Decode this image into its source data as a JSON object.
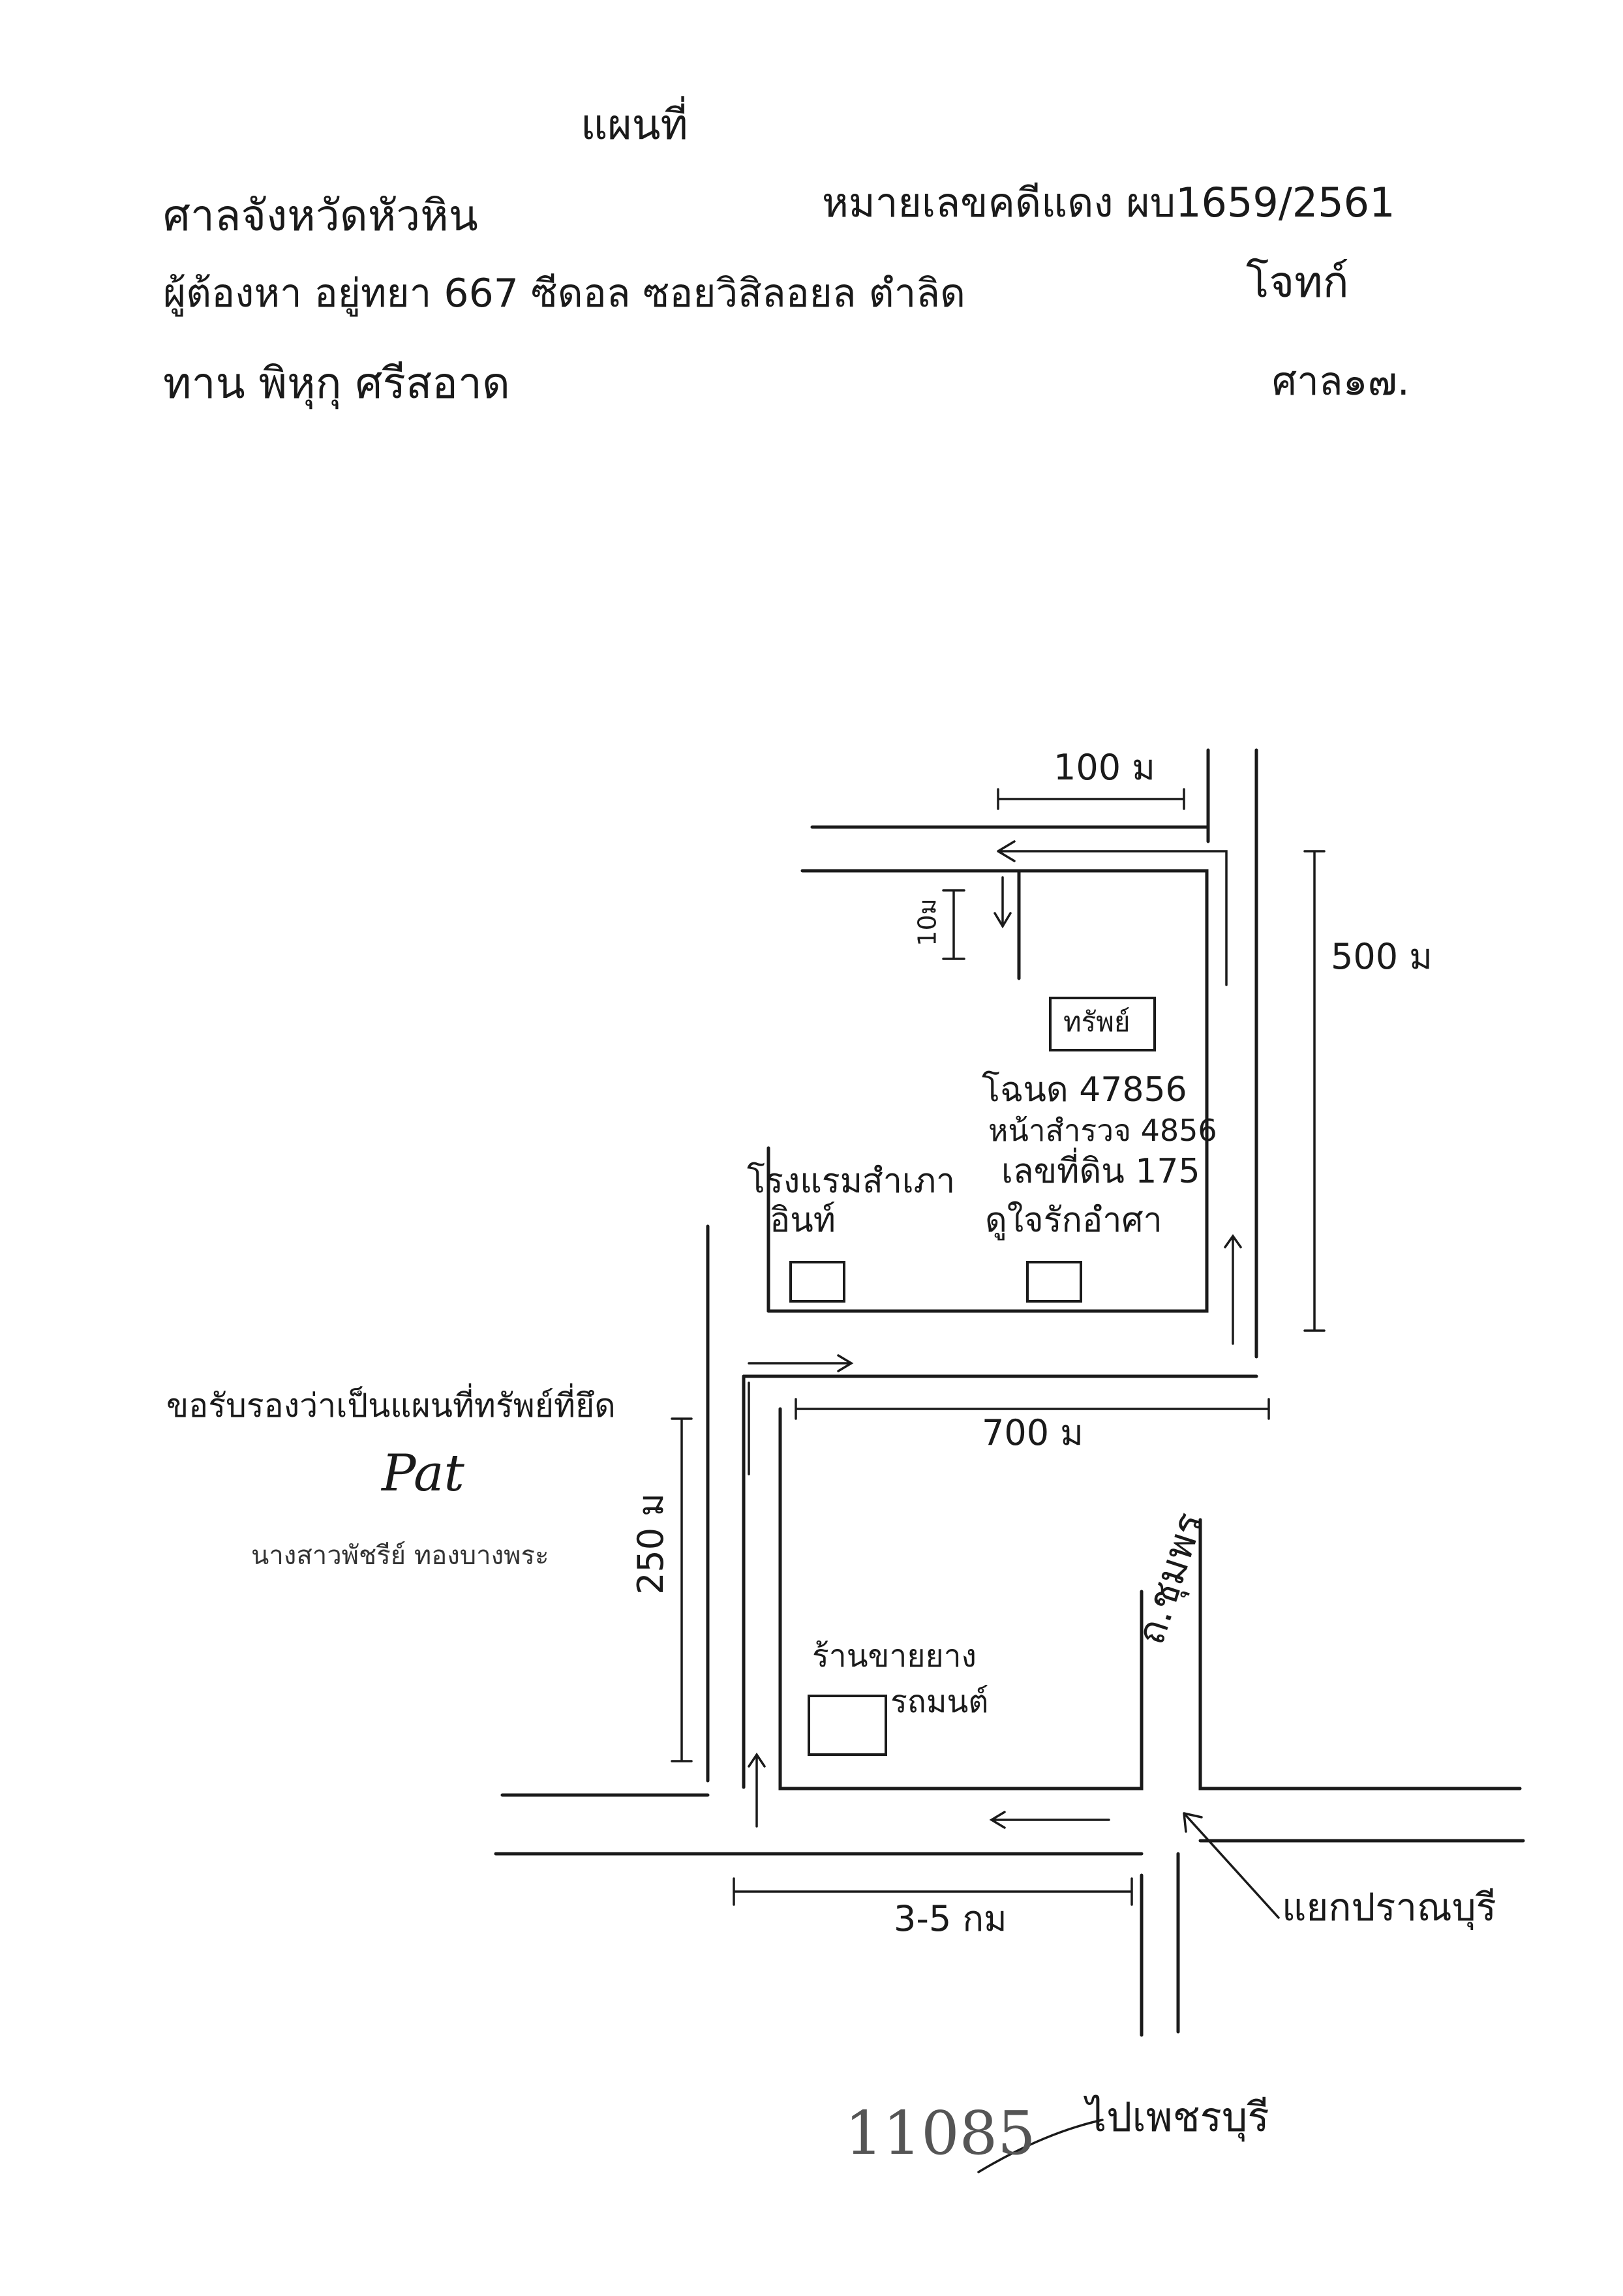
{
  "header": {
    "title": "แผนที่",
    "court_line": "ศาลจังหวัดหัวหิน",
    "summons_line": "หมายเลขคดีแดง ผบ1659/2561",
    "address_line": "ผู้ต้องหา อยู่ทยา 667 ซีดอล ซอยวิสิลอยล ตำลิด",
    "party_right": "โจทก์",
    "name_line": "ทาน พิหุกุ ศรีสอาด",
    "date_right": "ศาล๑๗."
  },
  "map": {
    "labels": {
      "dim_top": "100 ม",
      "dim_small": "10ม",
      "dim_right": "500 ม",
      "dim_middle": "700 ม",
      "dim_left": "250 ม",
      "dim_bottom": "3-5 กม",
      "property": "ทรัพย์",
      "deed_1": "โฉนด 47856",
      "deed_2": "หน้าสำรวจ 4856",
      "deed_3": "เลขที่ดิน 175",
      "deed_4": "ดูใจรักอำศา",
      "hotel_1": "โรงแรมสำเภา",
      "hotel_2": "อินท์",
      "tire_shop_1": "ร้านขายยาง",
      "tire_shop_2": "รถมนต์",
      "road_vertical": "ถ.ชุมพร",
      "intersection": "แยกปราณบุรี",
      "to_direction": "ไปเพชรบุรี"
    },
    "certification": {
      "text": "ขอรับรองว่าเป็นแผนที่ทรัพย์ที่ยึด",
      "signature": "Pat",
      "signer_name": "นางสาวพัชรีย์ ทองบางพระ"
    },
    "stamp_number": "11085"
  }
}
